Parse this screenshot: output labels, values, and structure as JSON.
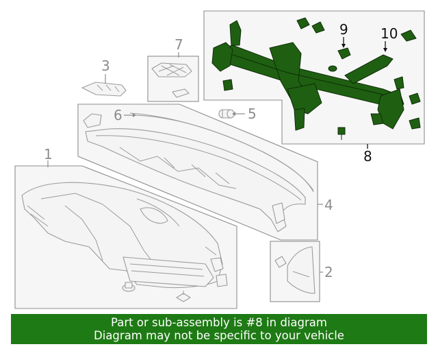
{
  "callouts": {
    "c1": "1",
    "c2": "2",
    "c3": "3",
    "c4": "4",
    "c5": "5",
    "c6": "6",
    "c7": "7",
    "c8": "8",
    "c9": "9",
    "c10": "10"
  },
  "highlight_color": "#1f5f12",
  "banner": {
    "line1": "Part or sub-assembly is #8 in diagram",
    "line2": "Diagram may not be specific to your vehicle",
    "background": "#1e7a14"
  }
}
